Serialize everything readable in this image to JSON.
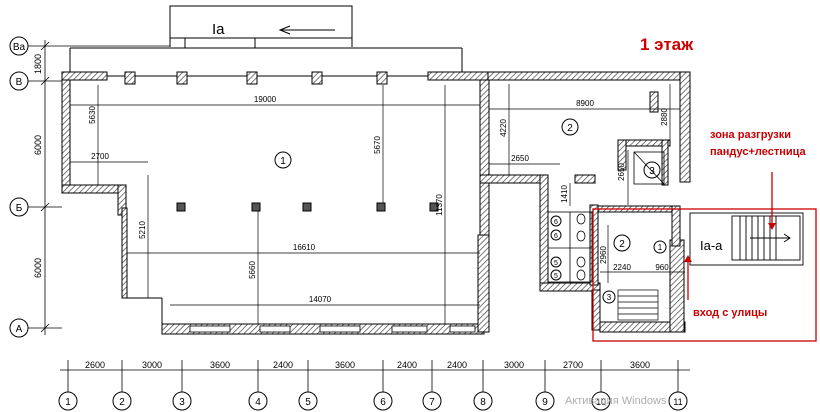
{
  "title": "1 этаж",
  "entrance_label": "Ia",
  "entrance_right_label": "Ia-a",
  "axes_left": [
    "Ba",
    "B",
    "Б",
    "A"
  ],
  "axes_left_dims": [
    "1800",
    "6000",
    "6000"
  ],
  "axes_bottom": [
    "1",
    "2",
    "3",
    "4",
    "5",
    "6",
    "7",
    "8",
    "9",
    "10",
    "11"
  ],
  "axes_bottom_dims": [
    "2600",
    "3000",
    "3600",
    "2400",
    "3600",
    "2400",
    "2400",
    "3000",
    "2700",
    "3600"
  ],
  "rooms": [
    "1",
    "2",
    "3",
    "2",
    "1",
    "3",
    "6",
    "6",
    "5",
    "5"
  ],
  "dims": {
    "d19000": "19000",
    "d5630": "5630",
    "d5670": "5670",
    "d2700": "2700",
    "d5210": "5210",
    "d16610": "16610",
    "d5660": "5660",
    "d11370": "11370",
    "d14070": "14070",
    "d8900": "8900",
    "d4220": "4220",
    "d2880": "2880",
    "d2650a": "2650",
    "d2650b": "2650",
    "d1410": "1410",
    "d2960": "2960",
    "d2240": "2240",
    "d960": "960"
  },
  "annotations": {
    "unloading": "зона разгрузки",
    "ramp": "пандус+лестница",
    "street_entry": "вход с улицы"
  },
  "watermark": "Активация Windows",
  "colors": {
    "wall": "#000000",
    "accent": "#cc0000",
    "hatch": "#555555"
  }
}
